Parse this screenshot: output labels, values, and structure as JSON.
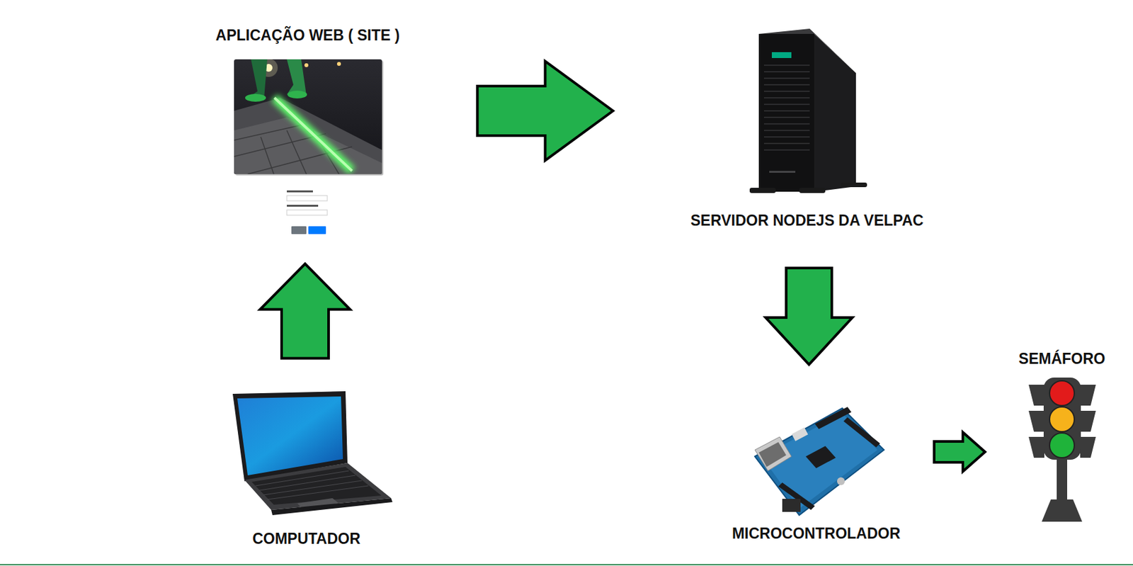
{
  "diagram": {
    "nodes": [
      {
        "text": [
          "APLICAÇÃO WEB ( SITE )"
        ]
      },
      {
        "text": [
          "SERVIDOR NODEJS DA VELPAC"
        ]
      },
      {
        "text": [
          "COMPUTADOR"
        ]
      },
      {
        "text": [
          "MICROCONTROLADOR"
        ]
      },
      {
        "text": [
          "SEMÁFORO"
        ]
      }
    ],
    "edges": [
      {
        "from": 2,
        "to": 0,
        "arrow": "to"
      },
      {
        "from": 0,
        "to": 1,
        "arrow": "to"
      },
      {
        "from": 1,
        "to": 3,
        "arrow": "to"
      },
      {
        "from": 3,
        "to": 4,
        "arrow": "to"
      }
    ]
  }
}
